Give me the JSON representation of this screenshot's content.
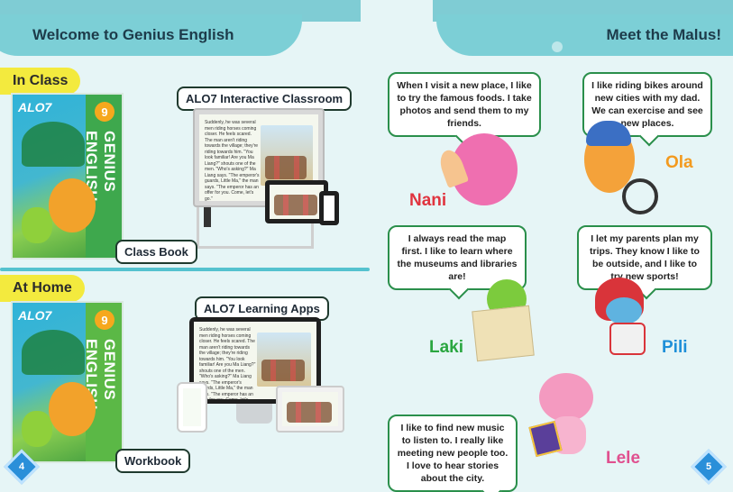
{
  "left_page": {
    "banner": "Welcome to Genius English",
    "in_class": {
      "label": "In Class",
      "book_title": "GENIUS ENGLISH",
      "book_logo": "ALO7",
      "book_number": "9",
      "screen_title": "ALO7 Interactive Classroom",
      "caption": "Class Book"
    },
    "at_home": {
      "label": "At Home",
      "book_title": "GENIUS ENGLISH",
      "book_logo": "ALO7",
      "book_number": "9",
      "screen_title": "ALO7 Learning Apps",
      "caption": "Workbook"
    },
    "story_text": "Suddenly, he was several men riding horses coming closer. He feels scared. The man aren't riding towards the village; they're riding towards him. \"You look familiar! Are you Ma Liang?\" shouts one of the men. \"Who's asking?\" Ma Liang says. \"The emperor's guards, Little Ma,\" the man says. \"The emperor has an offer for you. Come, let's go.\"",
    "page_number": "4"
  },
  "right_page": {
    "banner": "Meet the Malus!",
    "characters": [
      {
        "name": "Nani",
        "color": "#e0343f",
        "quote": "When I visit a new place, I like to try the famous foods. I take photos and send them to my friends."
      },
      {
        "name": "Ola",
        "color": "#f39a1e",
        "quote": "I like riding bikes around new cities with my dad. We can exercise and see new places."
      },
      {
        "name": "Laki",
        "color": "#2aa640",
        "quote": "I always read the map first. I like to learn where the museums and libraries are!"
      },
      {
        "name": "Pili",
        "color": "#1e8fd8",
        "quote": "I let my parents plan my trips. They know I like to be outside, and I like to try new sports!"
      },
      {
        "name": "Lele",
        "color": "#e0508f",
        "quote": "I like to find new music to listen to. I really like meeting new people too. I love to hear stories about the city."
      }
    ],
    "page_number": "5"
  }
}
